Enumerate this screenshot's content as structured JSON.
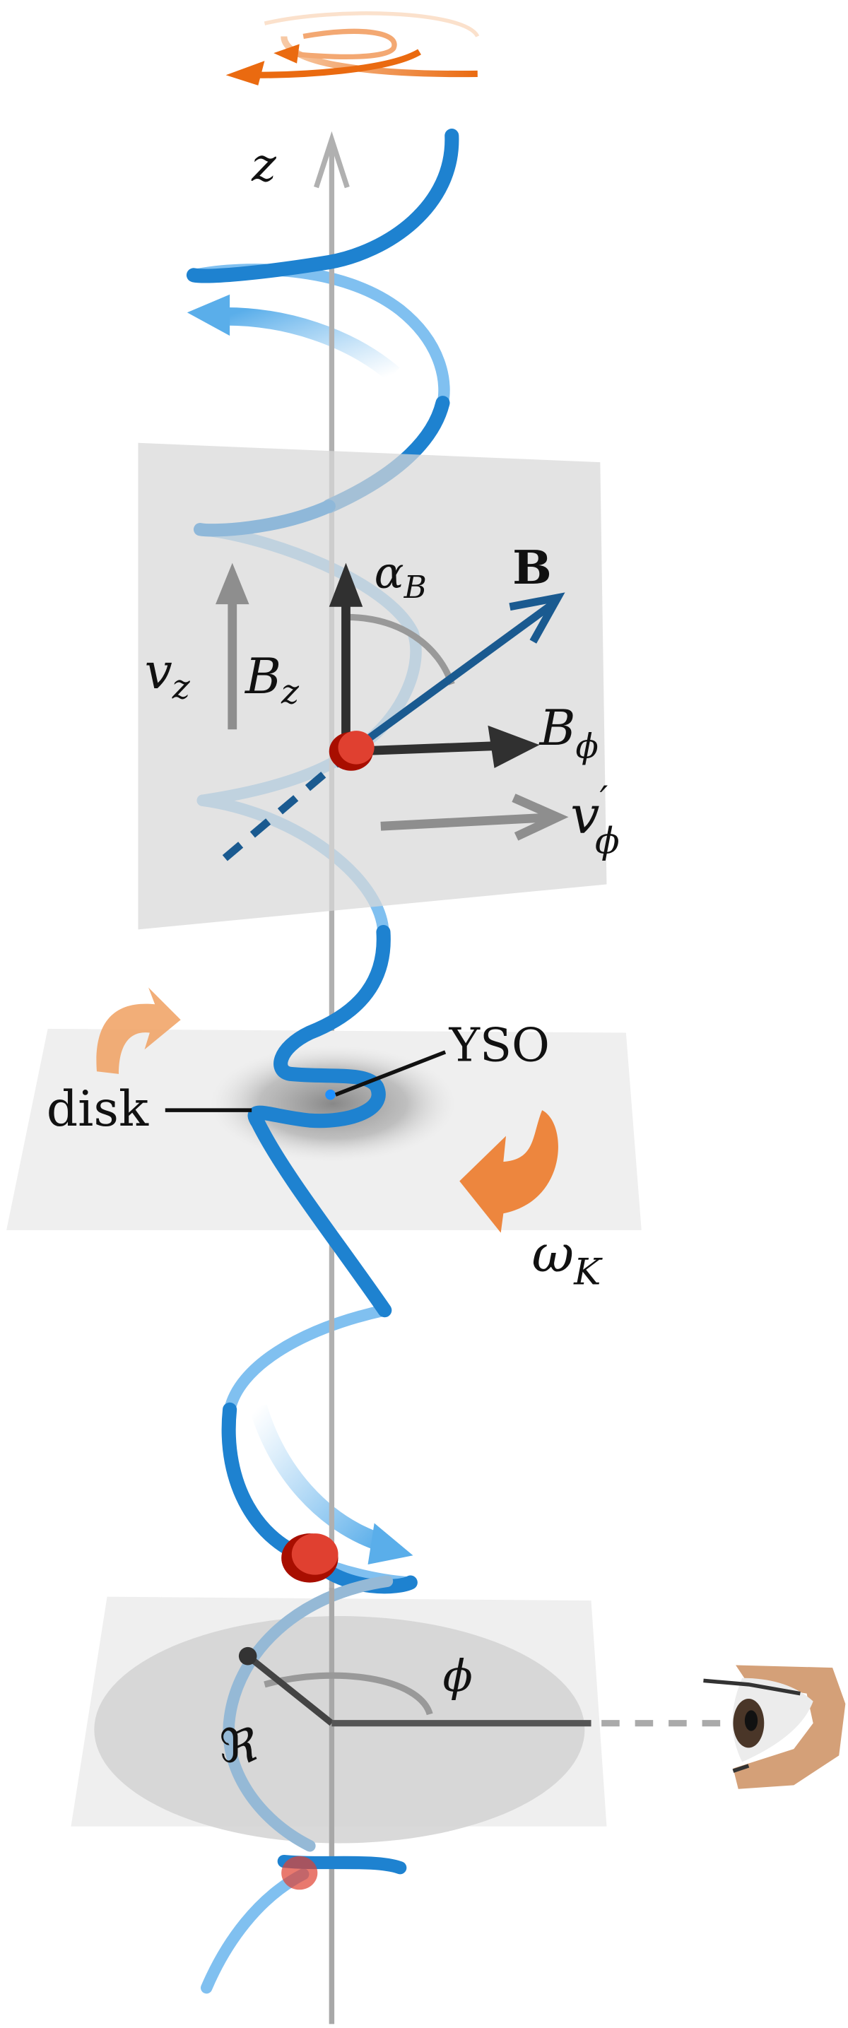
{
  "labels": {
    "z": "z",
    "vz": {
      "base": "v",
      "sub": "z"
    },
    "Bz": {
      "base": "B",
      "sub": "z"
    },
    "alphaB": {
      "base": "α",
      "sub": "B"
    },
    "B": "B",
    "Bphi": {
      "base": "B",
      "sub": "ϕ"
    },
    "vphi": {
      "base": "v",
      "prime": "′",
      "sub": "ϕ"
    },
    "yso": "YSO",
    "disk": "disk",
    "omegaK": {
      "base": "ω",
      "sub": "K"
    },
    "phi": "ϕ",
    "R": "ℜ"
  },
  "colors": {
    "field_line_front": "#1e82d0",
    "field_line_back": "#80c0f0",
    "magnetic_vector": "#1a5a90",
    "particle": "#e04030",
    "rotation": "#ea6a10",
    "axis": "#b0b0b0",
    "plane": "#e4e4e4"
  },
  "icons": [
    "eye-icon",
    "rotation-arrow-icon"
  ]
}
